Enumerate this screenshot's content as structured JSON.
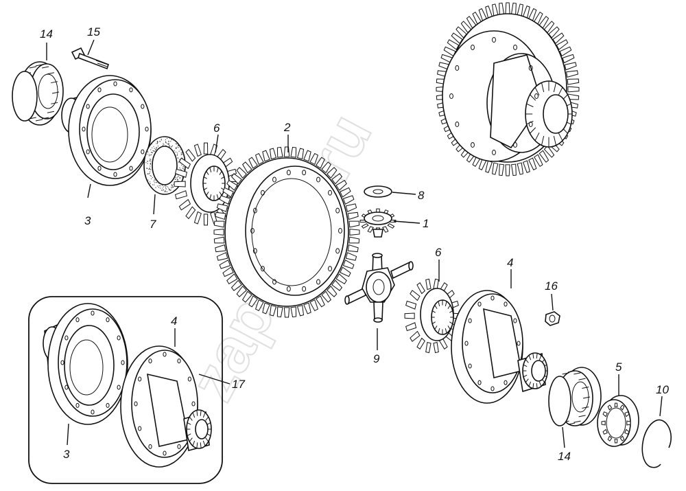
{
  "diagram": {
    "type": "exploded-parts-view",
    "watermark": "zapkam.ru",
    "labels": {
      "l1": "1",
      "l2": "2",
      "l3a": "3",
      "l3b": "3",
      "l4a": "4",
      "l4b": "4",
      "l5": "5",
      "l6a": "6",
      "l6b": "6",
      "l7": "7",
      "l8": "8",
      "l9": "9",
      "l10": "10",
      "l14a": "14",
      "l14b": "14",
      "l15": "15",
      "l16": "16",
      "l17": "17"
    }
  }
}
